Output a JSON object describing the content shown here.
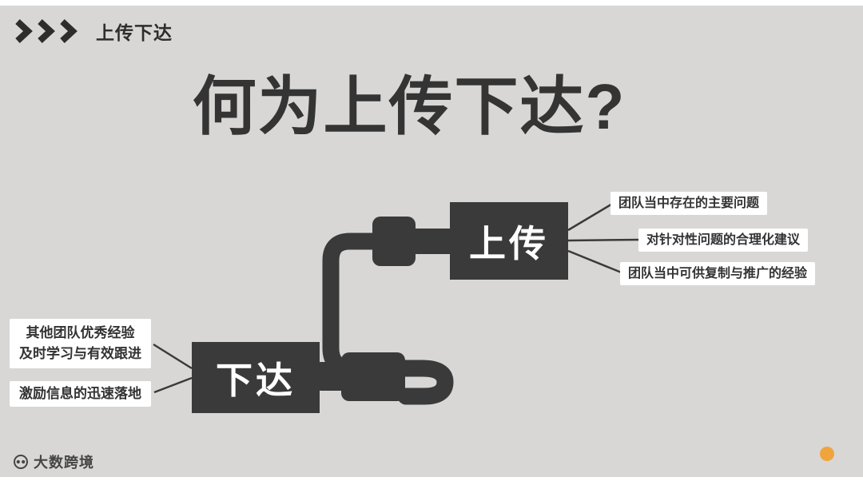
{
  "colors": {
    "background": "#d8d7d5",
    "dark": "#3a3a3a",
    "label_bg": "#ffffff",
    "label_text": "#333333",
    "accent_dot": "#efa43e"
  },
  "header": {
    "icon": "triple-chevron-right",
    "title": "上传下达"
  },
  "title": "何为上传下达?",
  "diagram": {
    "upload": {
      "label": "上传",
      "points": [
        "团队当中存在的主要问题",
        "对针对性问题的合理化建议",
        "团队当中可供复制与推广的经验"
      ]
    },
    "download": {
      "label": "下达",
      "point1_line1": "其他团队优秀经验",
      "point1_line2": "及时学习与有效跟进",
      "point2": "激励信息的迅速落地"
    }
  },
  "footer": {
    "brand": "大数跨境"
  }
}
